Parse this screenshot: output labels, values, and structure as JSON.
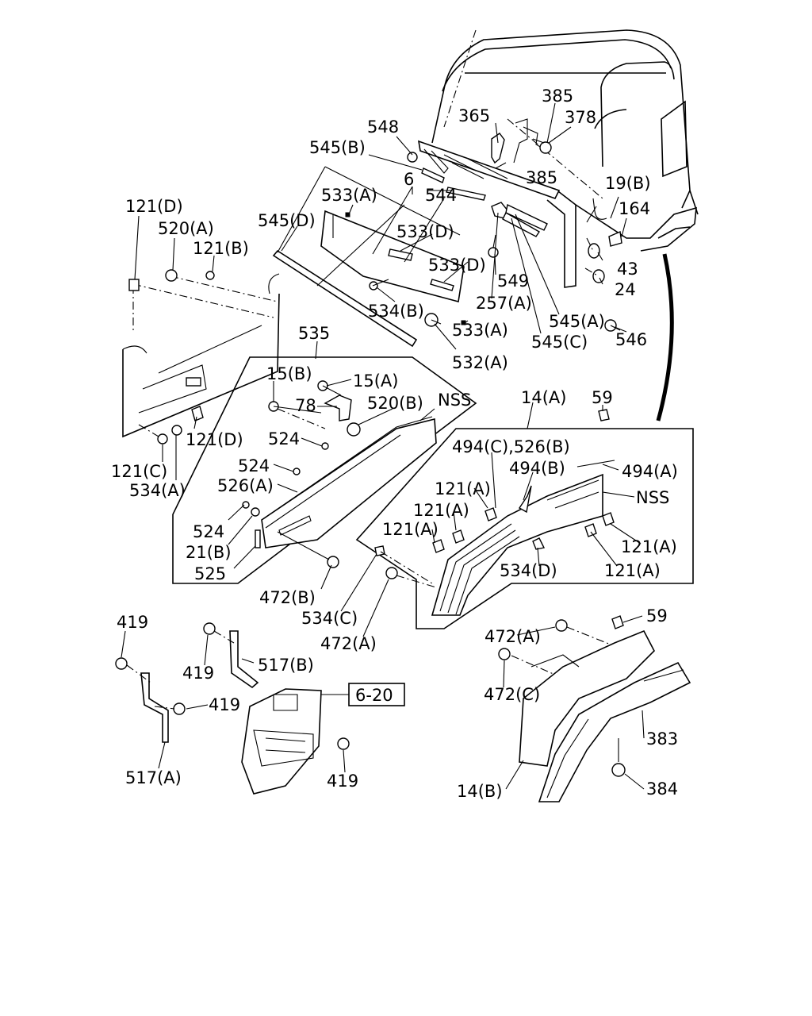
{
  "labels": {
    "l385a": "385",
    "l365": "365",
    "l378": "378",
    "l548": "548",
    "l545b": "545(B)",
    "l385b": "385",
    "l6": "6",
    "l533a_top": "533(A)",
    "l544": "544",
    "l19b": "19(B)",
    "l164": "164",
    "l121d_top": "121(D)",
    "l545d": "545(D)",
    "l520a": "520(A)",
    "l533d_1": "533(D)",
    "l121b": "121(B)",
    "l43": "43",
    "l533d_2": "533(D)",
    "l549": "549",
    "l24": "24",
    "l534b": "534(B)",
    "l257a": "257(A)",
    "l545a": "545(A)",
    "l533a_bot": "533(A)",
    "l545c": "545(C)",
    "l546": "546",
    "l535": "535",
    "l532a": "532(A)",
    "l15b": "15(B)",
    "l15a": "15(A)",
    "l14a": "14(A)",
    "l59_top": "59",
    "l78": "78",
    "l520b": "520(B)",
    "l nss1": "NSS",
    "l121d_mid": "121(D)",
    "l524_1": "524",
    "l494c526b": "494(C),526(B)",
    "l524_2": "524",
    "l494b": "494(B)",
    "l494a": "494(A)",
    "l121c": "121(C)",
    "l526a": "526(A)",
    "l121a_1": "121(A)",
    "l nss2": "NSS",
    "l534a": "534(A)",
    "l121a_2": "121(A)",
    "l524_3": "524",
    "l121a_3": "121(A)",
    "l121a_4": "121(A)",
    "l21b": "21(B)",
    "l534d": "534(D)",
    "l121a_5": "121(A)",
    "l525": "525",
    "l472b": "472(B)",
    "l534c": "534(C)",
    "l59_bot": "59",
    "l419_1": "419",
    "l472a_1": "472(A)",
    "l472a_2": "472(A)",
    "l517b": "517(B)",
    "l419_2": "419",
    "l472c": "472(C)",
    "l419_3": "419",
    "l620": "6-20",
    "l383": "383",
    "l517a": "517(A)",
    "l419_4": "419",
    "l14b": "14(B)",
    "l384": "384"
  }
}
